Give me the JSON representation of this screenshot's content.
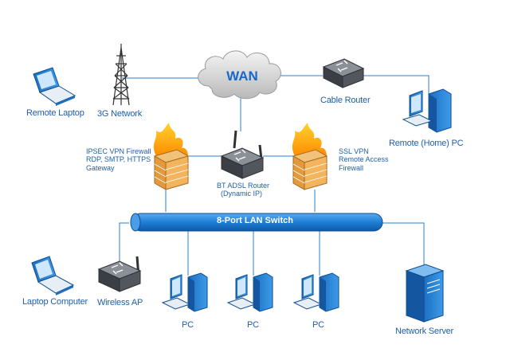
{
  "nodes": {
    "wan": "WAN",
    "remote_laptop": "Remote Laptop",
    "network_3g": "3G Network",
    "cable_router": "Cable Router",
    "remote_pc": "Remote (Home) PC",
    "firewall_left": [
      "IPSEC VPN Firewall",
      "RDP, SMTP, HTTPS",
      "Gateway"
    ],
    "adsl_router": [
      "BT ADSL Router",
      "(Dynamic IP)"
    ],
    "firewall_right": [
      "SSL VPN",
      "Remote Access",
      "Firewall"
    ],
    "lan_switch": "8-Port LAN Switch",
    "laptop_computer": "Laptop Computer",
    "wireless_ap": "Wireless AP",
    "pc1": "PC",
    "pc2": "PC",
    "pc3": "PC",
    "network_server": "Network Server"
  },
  "colors": {
    "line": "#2a7fd0",
    "label": "#1f5fa8",
    "switch": "#1e7fd6",
    "cloud": "#c9c9c9",
    "fire": "#ffa51e",
    "brick": "#e8b060",
    "device": "#3b3f45"
  }
}
